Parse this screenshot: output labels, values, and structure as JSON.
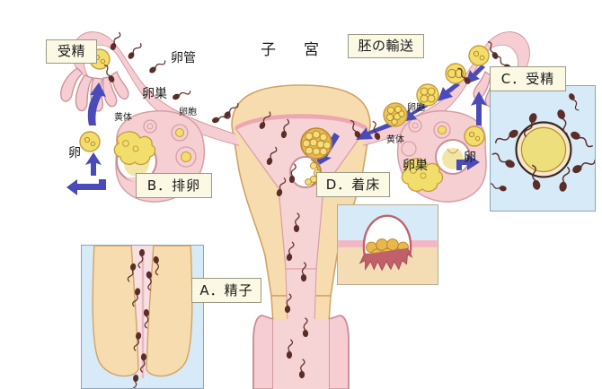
{
  "diagram": {
    "title_center": "子　宮",
    "palette": {
      "uterus_muscle": "#f7dcaf",
      "uterus_cavity": "#f6d3d4",
      "tube_pink": "#f6cdd2",
      "ovary_pink": "#f6cfd3",
      "outline": "#c98f96",
      "muscle_outline": "#cfa463",
      "arrow_blue": "#4a4ab8",
      "egg_yellow": "#f2de6a",
      "embryo_gold": "#e8b84b",
      "sperm_dark": "#5a2d28",
      "inset_blue_bg": "#d7eaf7",
      "label_bg": "#fbf8e4",
      "label_border": "#9a9a86",
      "endometrium_pink": "#f3b7c3",
      "tissue_tan": "#f4dcb4"
    },
    "callouts": [
      {
        "id": "fertilization-left",
        "label": "受精"
      },
      {
        "id": "embryo-transport",
        "label": "胚の輸送"
      },
      {
        "id": "step-a",
        "label": "A．精子"
      },
      {
        "id": "step-b",
        "label": "B．排卵"
      },
      {
        "id": "step-c",
        "label": "C．受精"
      },
      {
        "id": "step-d",
        "label": "D．着床"
      }
    ],
    "annotations": [
      {
        "id": "oviduct-left",
        "label": "卵管"
      },
      {
        "id": "ovary-left",
        "label": "卵巣"
      },
      {
        "id": "corpus-luteum-left",
        "label": "黄体"
      },
      {
        "id": "follicle-left",
        "label": "卵胞"
      },
      {
        "id": "egg-left",
        "label": "卵"
      },
      {
        "id": "ovary-right",
        "label": "卵巣"
      },
      {
        "id": "corpus-luteum-right",
        "label": "黄体"
      },
      {
        "id": "follicle-right",
        "label": "卵胞"
      },
      {
        "id": "egg-right",
        "label": "卵"
      }
    ],
    "insets": {
      "sperm": {
        "id": "inset-sperm",
        "caption": "A．精子",
        "background": "#d7eaf7"
      },
      "fertilization": {
        "id": "inset-fertilization",
        "caption": "C．受精",
        "background": "#d7eaf7"
      },
      "implantation": {
        "id": "inset-implantation",
        "caption": "D．着床",
        "background": "#d7eaf7"
      }
    },
    "icons": {
      "sperm": "sperm-icon",
      "egg": "egg-icon",
      "embryo": "embryo-icon",
      "blastocyst": "blastocyst-icon",
      "arrow": "arrow-icon"
    }
  }
}
